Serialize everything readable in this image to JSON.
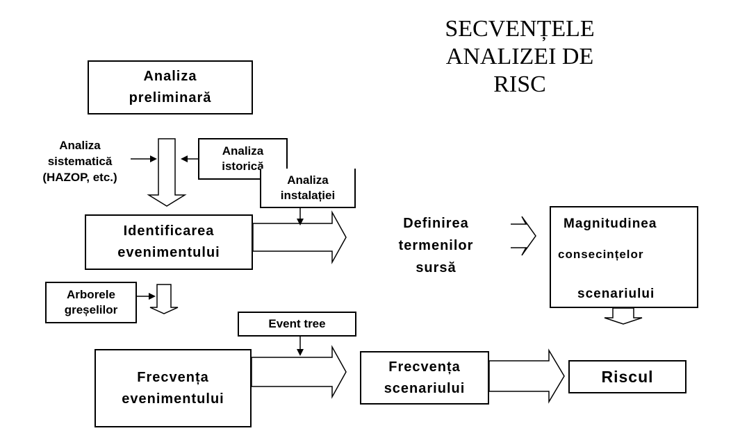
{
  "title": {
    "line1": "SECVENȚELE",
    "line2": "ANALIZEI DE",
    "line3": "RISC"
  },
  "nodes": {
    "analiza_preliminara": [
      "Analiza",
      "preliminară"
    ],
    "analiza_sistematica": [
      "Analiza",
      "sistematică",
      "(HAZOP, etc.)"
    ],
    "analiza_istorica": [
      "Analiza",
      "istorică"
    ],
    "analiza_instalatiei": [
      "Analiza",
      "instalației"
    ],
    "identificarea": [
      "Identificarea",
      "evenimentului"
    ],
    "definirea": [
      "Definirea",
      "termenilor",
      "sursă"
    ],
    "magnitudinea": [
      "Magnitudinea",
      "consecințelor",
      "scenariului"
    ],
    "arborele": [
      "Arborele",
      "greșelilor"
    ],
    "event_tree": "Event tree",
    "frecventa_evenimentului": [
      "Frecvența",
      "evenimentului"
    ],
    "frecventa_scenariului": [
      "Frecvența",
      "scenariului"
    ],
    "riscul": "Riscul"
  }
}
